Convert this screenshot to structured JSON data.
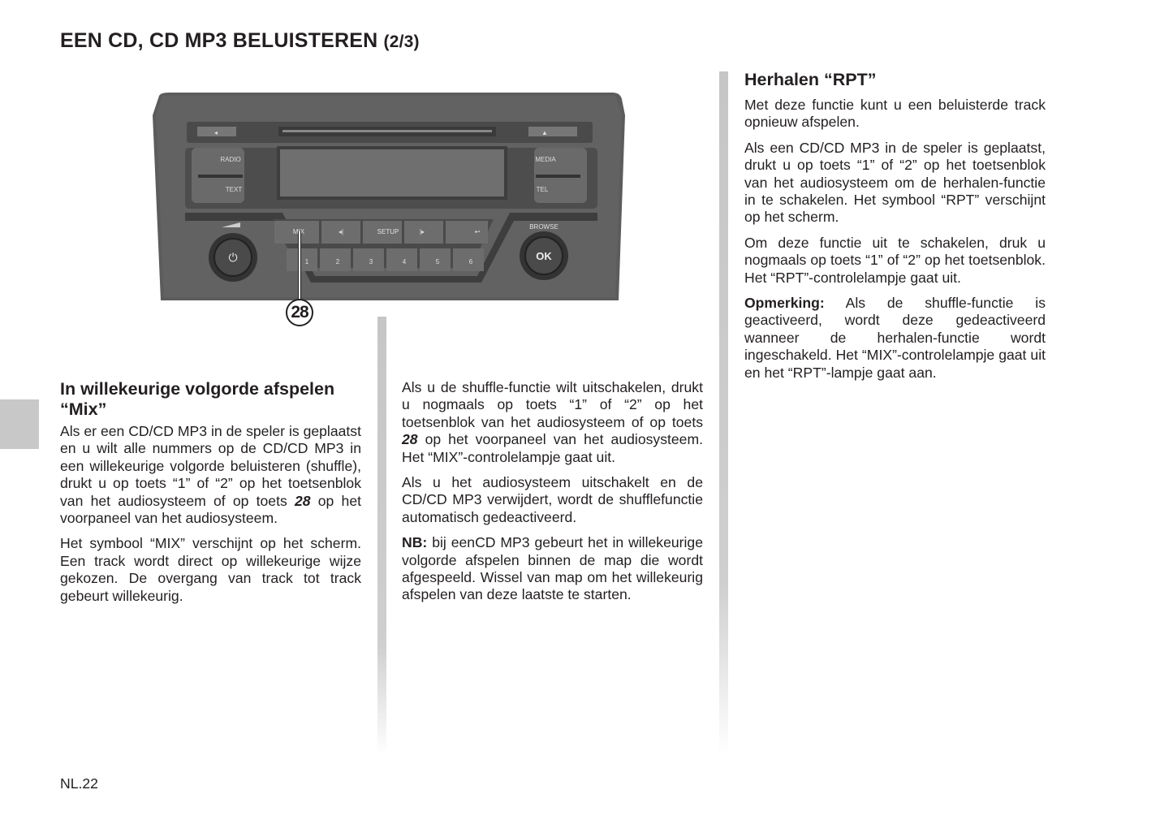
{
  "header": {
    "title": "EEN CD, CD MP3 BELUISTEREN",
    "part": "(2/3)"
  },
  "figure": {
    "buttons": {
      "radio": "RADIO",
      "text": "TEXT",
      "media": "MEDIA",
      "tel": "TEL",
      "mix": "MIX",
      "setup": "SETUP",
      "browse": "BROWSE",
      "ok": "OK",
      "presets": [
        "1",
        "2",
        "3",
        "4",
        "5",
        "6"
      ]
    },
    "callout": "28"
  },
  "col1": {
    "heading": "In willekeurige volgorde afspelen “Mix”",
    "p1": "Als er een CD/CD MP3 in de speler is geplaatst en u wilt alle nummers op de CD/CD MP3 in een willekeurige volgorde beluisteren (shuffle), drukt u op toets “1” of “2” op het toetsenblok van het audiosysteem of op toets",
    "p1_ref": "28",
    "p1_end": "op het voorpaneel van het audiosysteem.",
    "p2": "Het symbool “MIX” verschijnt op het scherm. Een track wordt direct op willekeurige wijze gekozen. De overgang van track tot track gebeurt willekeurig."
  },
  "col2": {
    "p1": "Als u de shuffle-functie wilt uitschakelen, drukt u nogmaals op toets “1” of “2” op het toetsenblok van het audiosysteem of op toets",
    "p1_ref": "28",
    "p1_end": "op het voorpaneel van het audiosysteem. Het “MIX”-controlelampje gaat uit.",
    "p2": "Als u het audiosysteem uitschakelt en de CD/CD MP3 verwijdert, wordt de shufflefunctie automatisch gedeactiveerd.",
    "p3_label": "NB:",
    "p3": "bij eenCD MP3 gebeurt het in willekeurige volgorde afspelen binnen de map die wordt afgespeeld. Wissel van map om het willekeurig afspelen van deze laatste te starten."
  },
  "col3": {
    "heading": "Herhalen “RPT”",
    "p1": "Met deze functie kunt u een beluisterde track opnieuw afspelen.",
    "p2": "Als een CD/CD MP3 in de speler is geplaatst, drukt u op toets “1” of “2” op het toetsenblok van het audiosysteem om de herhalen-functie in te schakelen. Het symbool “RPT” verschijnt op het scherm.",
    "p3": "Om deze functie uit te schakelen, druk u nogmaals op toets “1” of “2” op het toetsenblok. Het “RPT”-controlelampje gaat uit.",
    "p4_label": "Opmerking:",
    "p4": "Als de shuffle-functie is geactiveerd, wordt deze gedeactiveerd wanneer de herhalen-functie wordt ingeschakeld. Het “MIX”-controlelampje gaat uit en het “RPT”-lampje gaat aan."
  },
  "footer": {
    "page": "NL.22"
  }
}
